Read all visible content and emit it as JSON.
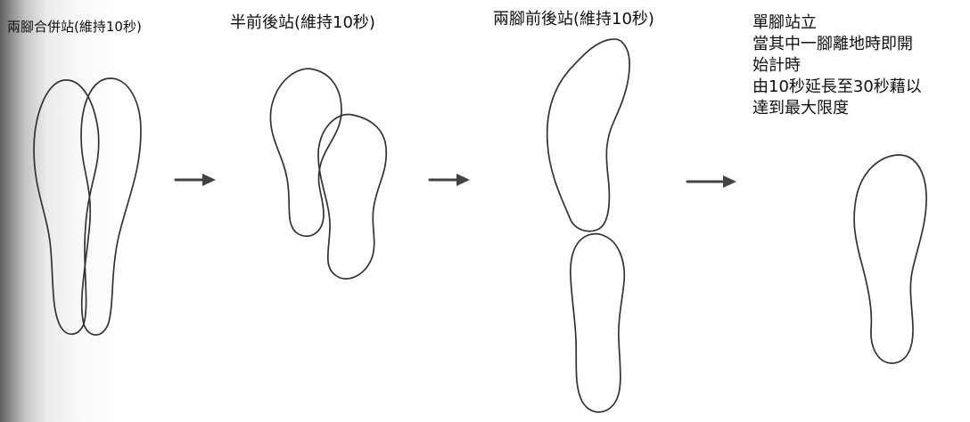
{
  "steps": [
    {
      "id": "step-1",
      "label": "兩腳合併站(維持10秒)"
    },
    {
      "id": "step-2",
      "label": "半前後站(維持10秒)"
    },
    {
      "id": "step-3",
      "label": "兩腳前後站(維持10秒)"
    },
    {
      "id": "step-4",
      "lines": [
        "單腳站立",
        "當其中一腳離地時即開",
        "始計時",
        "由10秒延長至30秒藉以",
        "達到最大限度"
      ]
    }
  ],
  "arrows": [
    {
      "id": "arrow-1",
      "icon": "right-arrow-icon"
    },
    {
      "id": "arrow-2",
      "icon": "right-arrow-icon"
    },
    {
      "id": "arrow-3",
      "icon": "right-arrow-icon"
    }
  ],
  "colors": {
    "outline": "#333333",
    "arrow": "#444444",
    "background": "#ffffff"
  }
}
